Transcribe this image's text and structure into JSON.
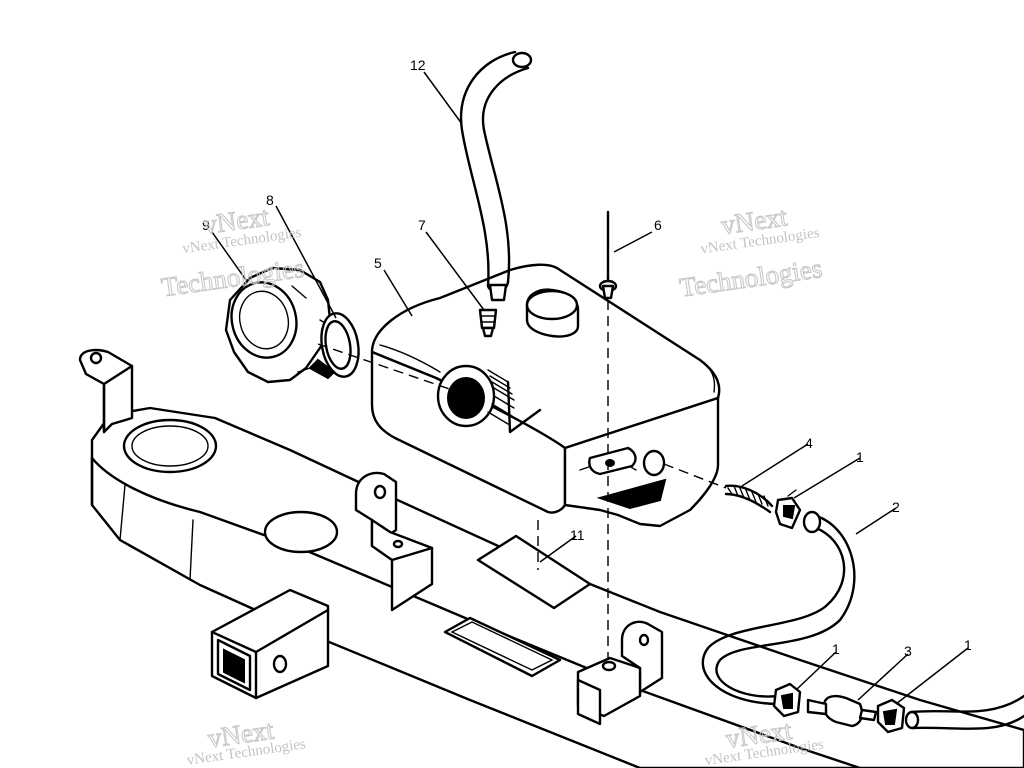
{
  "callouts": {
    "c1a": "1",
    "c1b": "1",
    "c1c": "1",
    "c2": "2",
    "c3": "3",
    "c4": "4",
    "c5": "5",
    "c6": "6",
    "c7": "7",
    "c8": "8",
    "c9": "9",
    "c11": "11",
    "c12": "12"
  },
  "watermark": {
    "line1": "vNext Technologies",
    "line2": "Technologies",
    "line3": "vNext"
  }
}
